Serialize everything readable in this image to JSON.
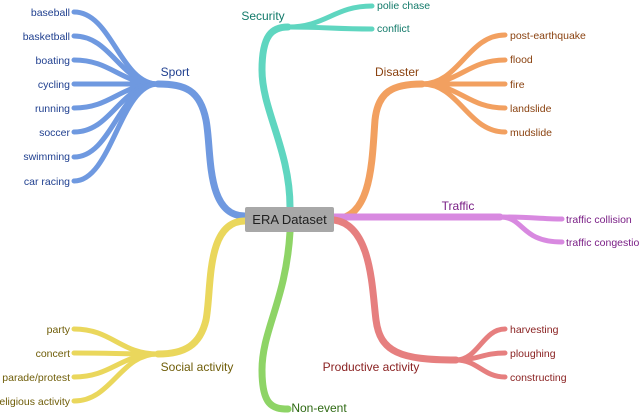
{
  "root": {
    "label": "ERA Dataset"
  },
  "categories": [
    {
      "key": "sport",
      "label": "Sport",
      "color": "#6f99e0",
      "text_color": "#1f3f8f",
      "items": [
        "baseball",
        "basketball",
        "boating",
        "cycling",
        "running",
        "soccer",
        "swimming",
        "car racing"
      ]
    },
    {
      "key": "security",
      "label": "Security",
      "color": "#5fd6c0",
      "text_color": "#127a6a",
      "items": [
        "polie chase",
        "conflict"
      ]
    },
    {
      "key": "disaster",
      "label": "Disaster",
      "color": "#f2a060",
      "text_color": "#8a4210",
      "items": [
        "post-earthquake",
        "flood",
        "fire",
        "landslide",
        "mudslide"
      ]
    },
    {
      "key": "traffic",
      "label": "Traffic",
      "color": "#d889e0",
      "text_color": "#7a1f86",
      "items": [
        "traffic collision",
        "traffic congestion"
      ]
    },
    {
      "key": "productive",
      "label": "Productive activity",
      "color": "#e67f7f",
      "text_color": "#8a2222",
      "items": [
        "harvesting",
        "ploughing",
        "constructing"
      ]
    },
    {
      "key": "nonevent",
      "label": "Non-event",
      "color": "#8ed466",
      "text_color": "#2f6a14",
      "items": []
    },
    {
      "key": "social",
      "label": "Social activity",
      "color": "#ead75c",
      "text_color": "#6f5d08",
      "items": [
        "party",
        "concert",
        "parade/protest",
        "religious activity"
      ]
    }
  ]
}
